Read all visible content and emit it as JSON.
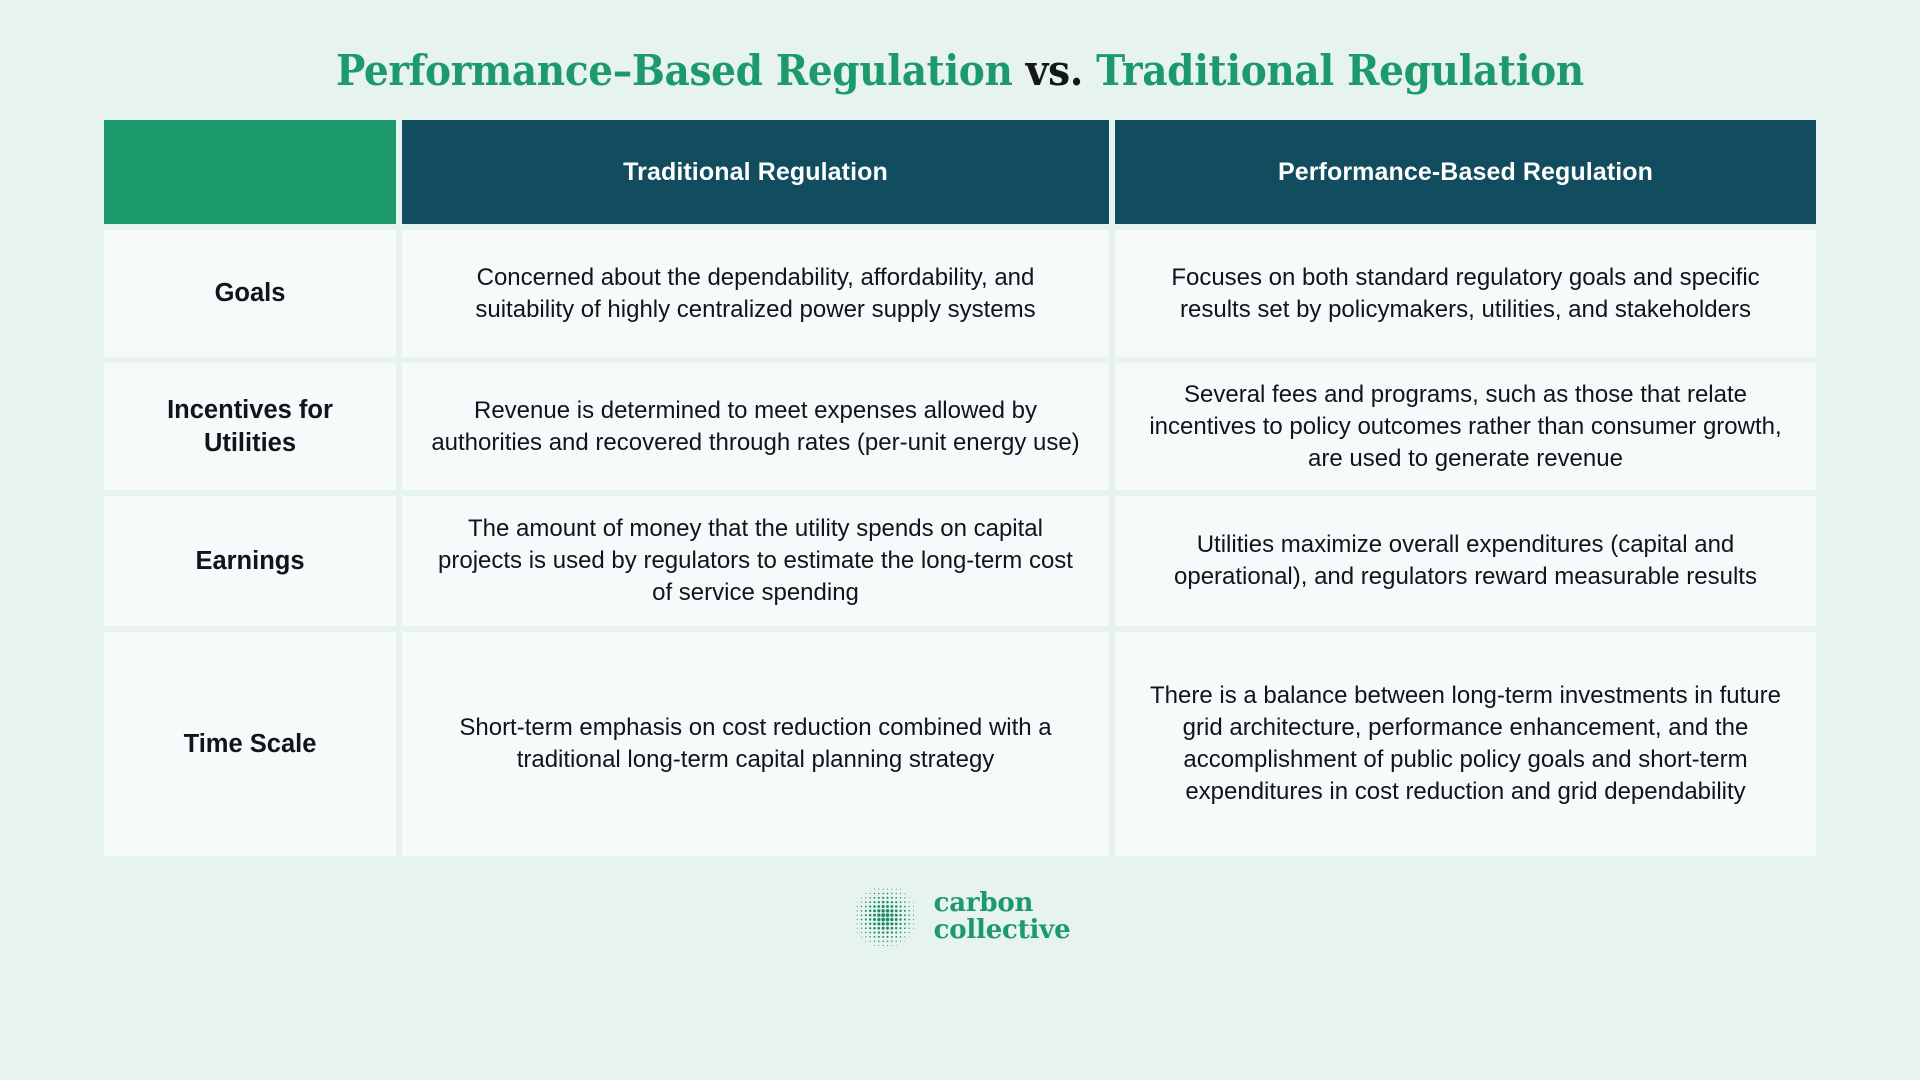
{
  "theme": {
    "background": "#e7f3ef",
    "accent_green": "#1d9a6c",
    "header_dark": "#124c5f",
    "cell_background": "#f7fafb",
    "text_dark": "#111418",
    "text_light": "#ffffff"
  },
  "title": {
    "part1": "Performance–Based Regulation ",
    "vs": "vs.",
    "part2": " Traditional Regulation",
    "full": "Performance–Based Regulation vs. Traditional Regulation"
  },
  "table": {
    "corner_label": "",
    "columns": [
      {
        "key": "label",
        "header": ""
      },
      {
        "key": "traditional",
        "header": "Traditional Regulation"
      },
      {
        "key": "performance",
        "header": "Performance-Based Regulation"
      }
    ],
    "rows": [
      {
        "label": "Goals",
        "traditional": "Concerned about the dependability, affordability, and suitability of highly centralized power supply systems",
        "performance": "Focuses on both standard regulatory goals and specific results set by policymakers, utilities, and stakeholders"
      },
      {
        "label": "Incentives for Utilities",
        "traditional": "Revenue is determined to meet expenses allowed by authorities and recovered through rates (per-unit energy use)",
        "performance": "Several fees and programs, such as those that relate incentives to policy outcomes rather than consumer growth, are used to generate revenue"
      },
      {
        "label": "Earnings",
        "traditional": "The amount of money that the utility spends on capital projects is used by regulators to estimate the long-term cost of service spending",
        "performance": "Utilities maximize overall expenditures (capital and operational), and regulators reward measurable results"
      },
      {
        "label": "Time Scale",
        "traditional": "Short-term emphasis on cost reduction combined with a traditional long-term capital planning strategy",
        "performance": "There is a balance between long-term investments in future grid architecture, performance enhancement, and the accomplishment of public policy goals and short-term expenditures in cost reduction and grid dependability"
      }
    ]
  },
  "logo": {
    "mark": "dotted-circle-icon",
    "line1": "carbon",
    "line2": "collective"
  }
}
